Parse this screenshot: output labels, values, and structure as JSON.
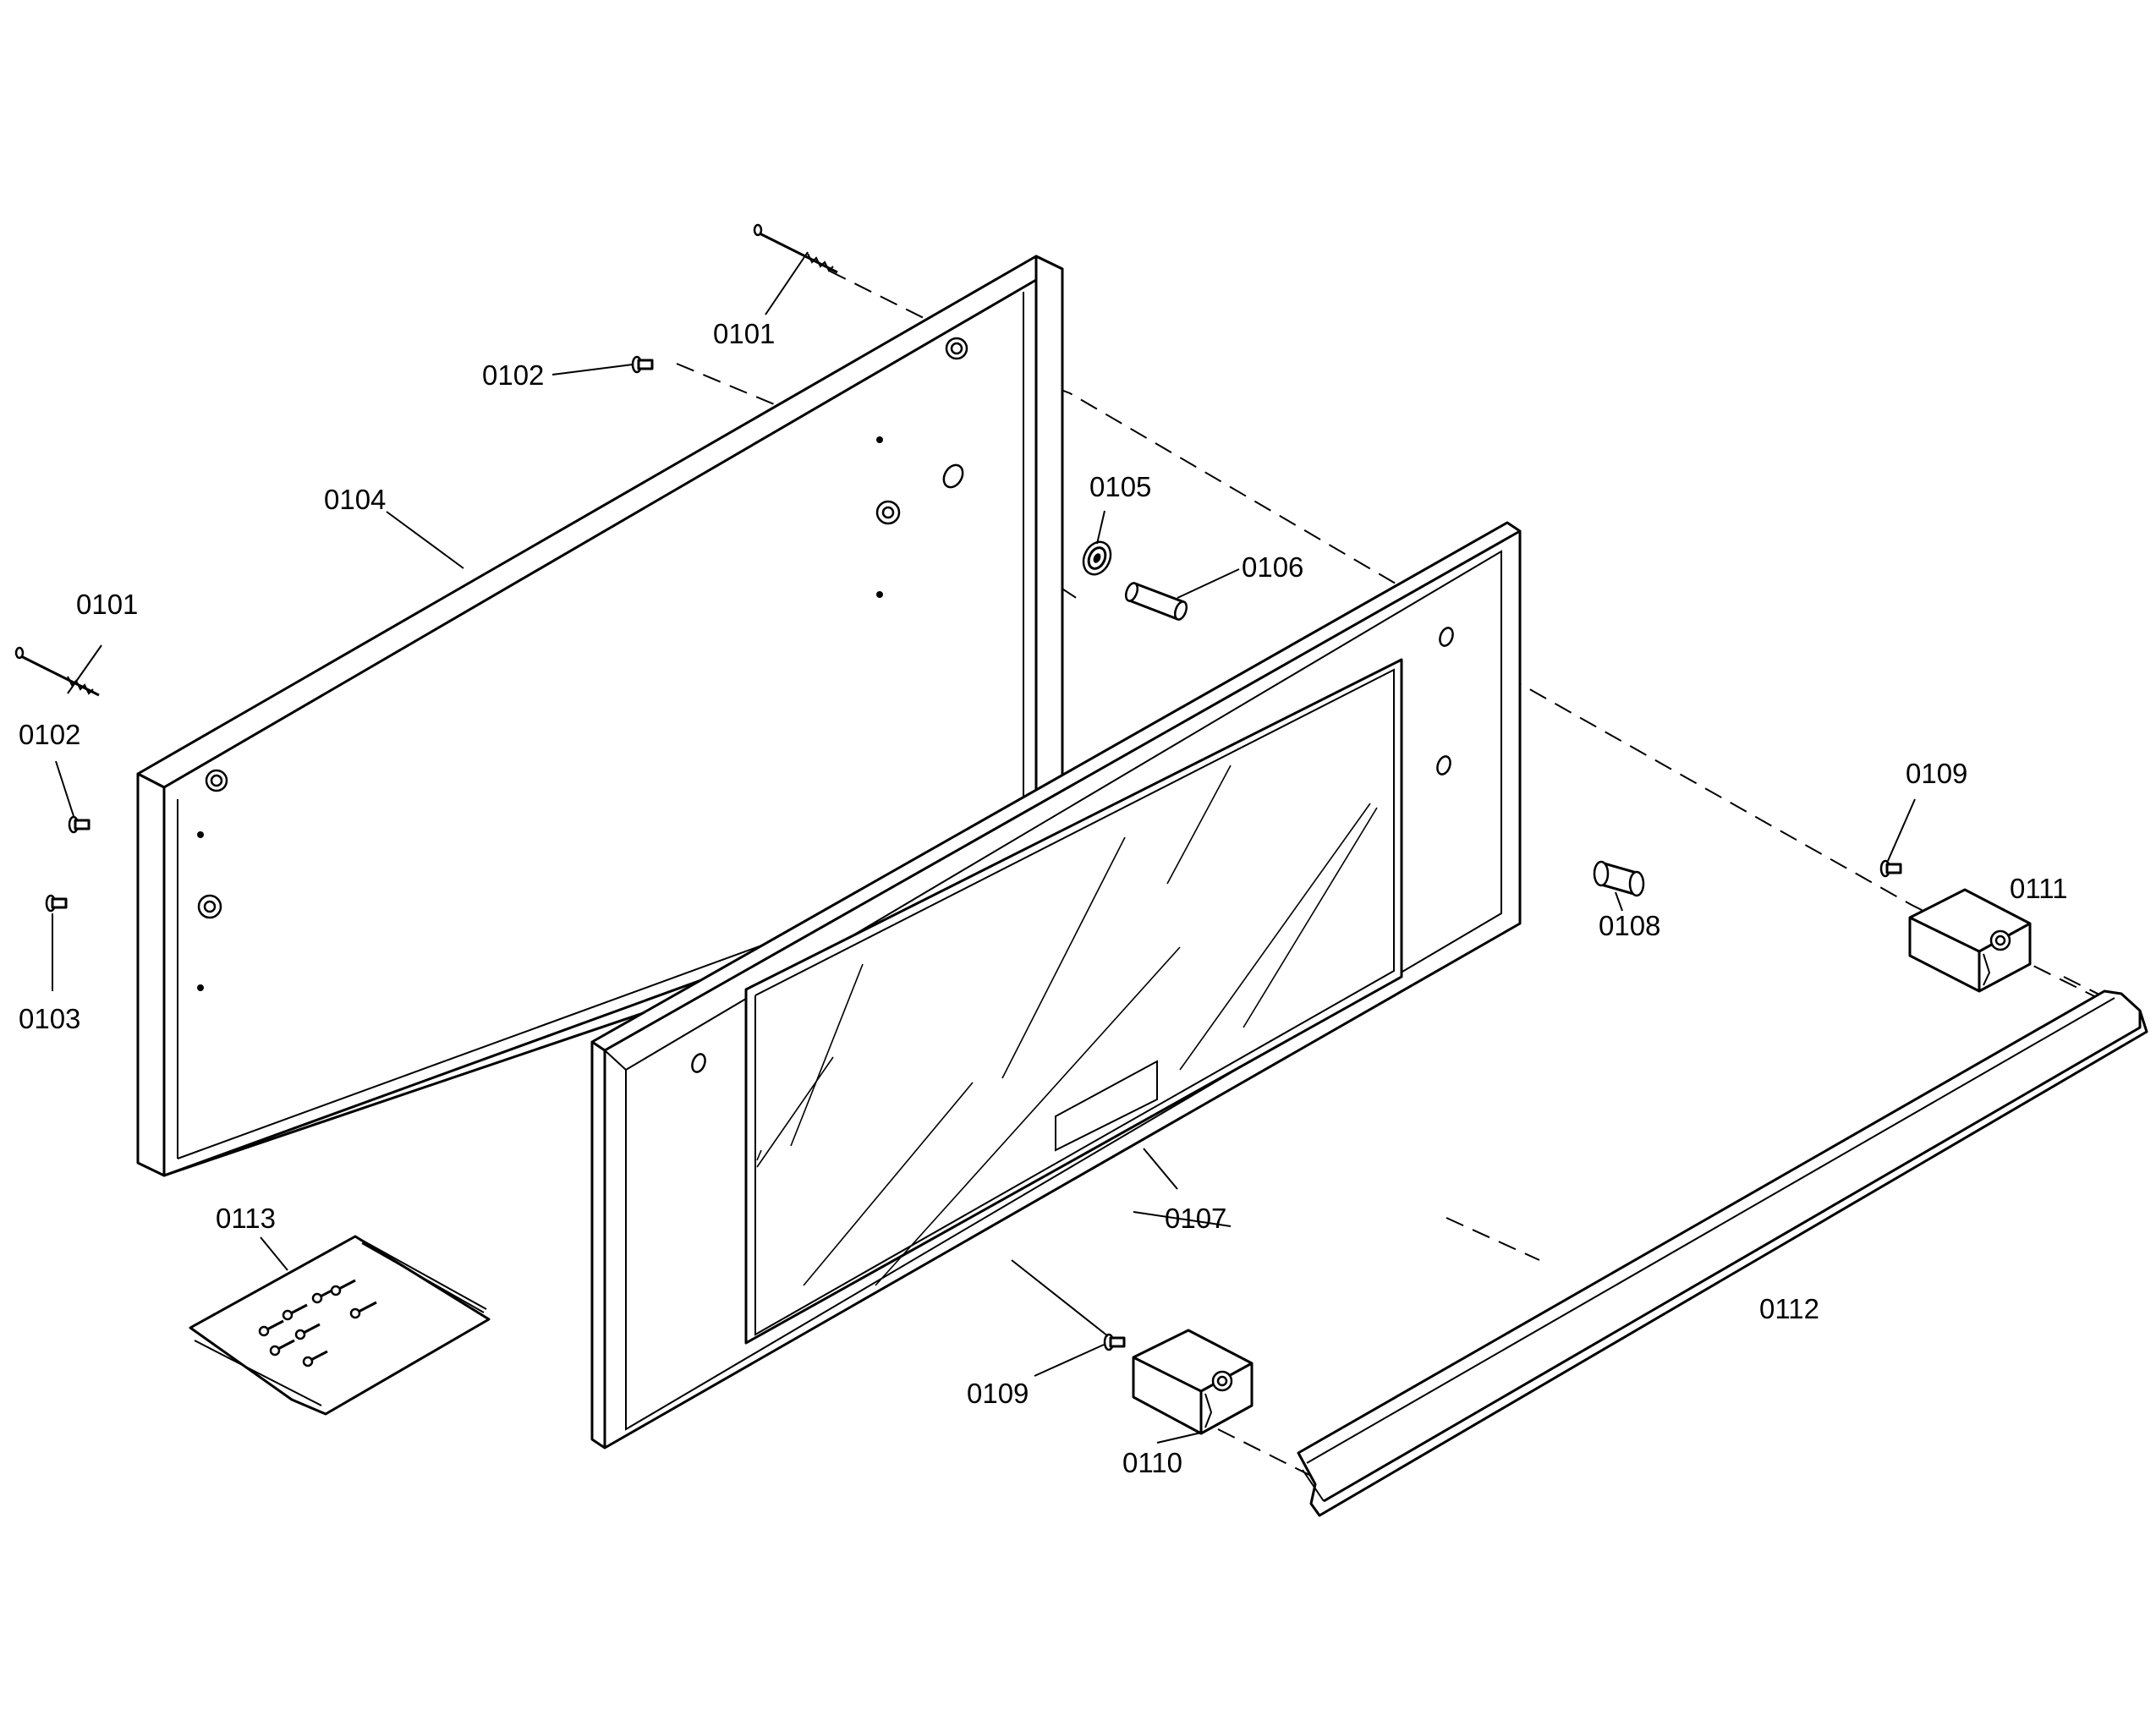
{
  "callouts": {
    "p0101_top": "0101",
    "p0101_left": "0101",
    "p0102_top": "0102",
    "p0102_left": "0102",
    "p0103": "0103",
    "p0104": "0104",
    "p0105": "0105",
    "p0106": "0106",
    "p0107": "0107",
    "p0108": "0108",
    "p0109_right": "0109",
    "p0109_bottom": "0109",
    "p0110": "0110",
    "p0111": "0111",
    "p0112": "0112",
    "p0113": "0113"
  }
}
